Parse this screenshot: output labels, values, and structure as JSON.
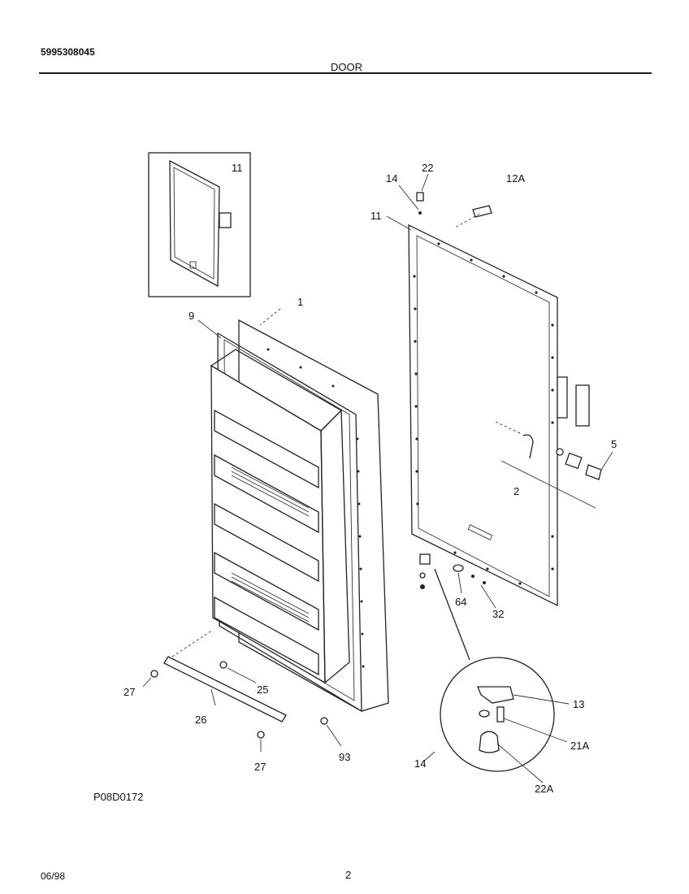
{
  "header": {
    "part_number": "5995308045",
    "section_title": "DOOR"
  },
  "diagram": {
    "callouts": {
      "c11_inset": "11",
      "c1": "1",
      "c9": "9",
      "c14_top": "14",
      "c22": "22",
      "c12A": "12A",
      "c11": "11",
      "c5": "5",
      "c2": "2",
      "c64": "64",
      "c32": "32",
      "c13": "13",
      "c21A": "21A",
      "c14_detail": "14",
      "c22A": "22A",
      "c27_a": "27",
      "c25": "25",
      "c26": "26",
      "c27_b": "27",
      "c93": "93"
    },
    "drawing_code": "P08D0172"
  },
  "footer": {
    "date": "06/98",
    "page": "2"
  }
}
